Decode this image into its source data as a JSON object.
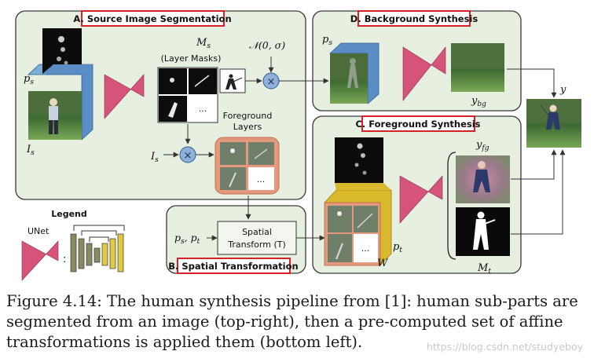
{
  "sections": {
    "source": "A. Source Image Segmentation",
    "background": "D. Background Synthesis",
    "foreground": "C. Foreground Synthesis",
    "spatial": "B. Spatial Transformation"
  },
  "labels": {
    "ms": "M",
    "ms_sub": "s",
    "layer_masks": "(Layer Masks)",
    "noise": "𝒩(0, σ)",
    "foreground_layers_line1": "Foreground",
    "foreground_layers_line2": "Layers",
    "ps": "p",
    "ps_sub": "s",
    "is": "I",
    "is_sub": "s",
    "ps_pt": "p",
    "spatial_line1": "Spatial",
    "spatial_line2": "Transform (T)",
    "pt": "p",
    "pt_sub": "t",
    "w": "W",
    "ybg": "y",
    "ybg_sub": "bg",
    "yfg": "y",
    "yfg_sub": "fg",
    "mt": "M",
    "mt_sub": "t",
    "y": "y",
    "ellipsis": "...",
    "multiply": "×"
  },
  "legend": {
    "title": "Legend",
    "unet": "UNet",
    "colon": ":"
  },
  "caption": "Figure 4.14: The human synthesis pipeline from [1]: human sub-parts are segmented from an image (top-right), then a pre-computed set of affine transformations is applied them (bottom left).",
  "watermark": "https://blog.csdn.net/studyeboy",
  "colors": {
    "panel": "#e6efe0",
    "panel_border": "#3a3a3a",
    "title_border": "#d8202a",
    "unet": "#d6537a",
    "cube_blue": "#5a8ec4",
    "cube_yellow": "#d9b82b",
    "fg_layers": "#e39a7c"
  }
}
